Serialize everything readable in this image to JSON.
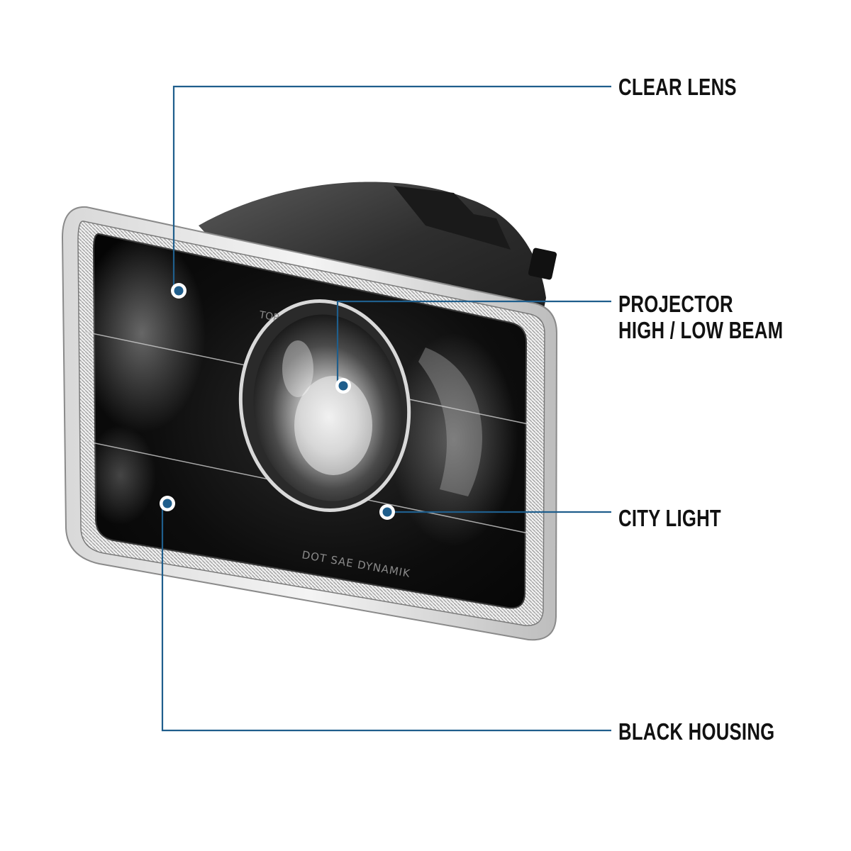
{
  "diagram": {
    "accent_color": "#1f5e8c",
    "text_color": "#111111",
    "background": "#ffffff",
    "callouts": {
      "clear_lens": {
        "label": "CLEAR LENS"
      },
      "projector": {
        "line1": "PROJECTOR",
        "line2": "HIGH / LOW BEAM"
      },
      "city_light": {
        "label": "CITY LIGHT"
      },
      "black_housing": {
        "label": "BLACK HOUSING"
      }
    },
    "lens_markings": {
      "top_mark": "TOP",
      "certification": "DOT SAE DYNAMIK"
    }
  }
}
